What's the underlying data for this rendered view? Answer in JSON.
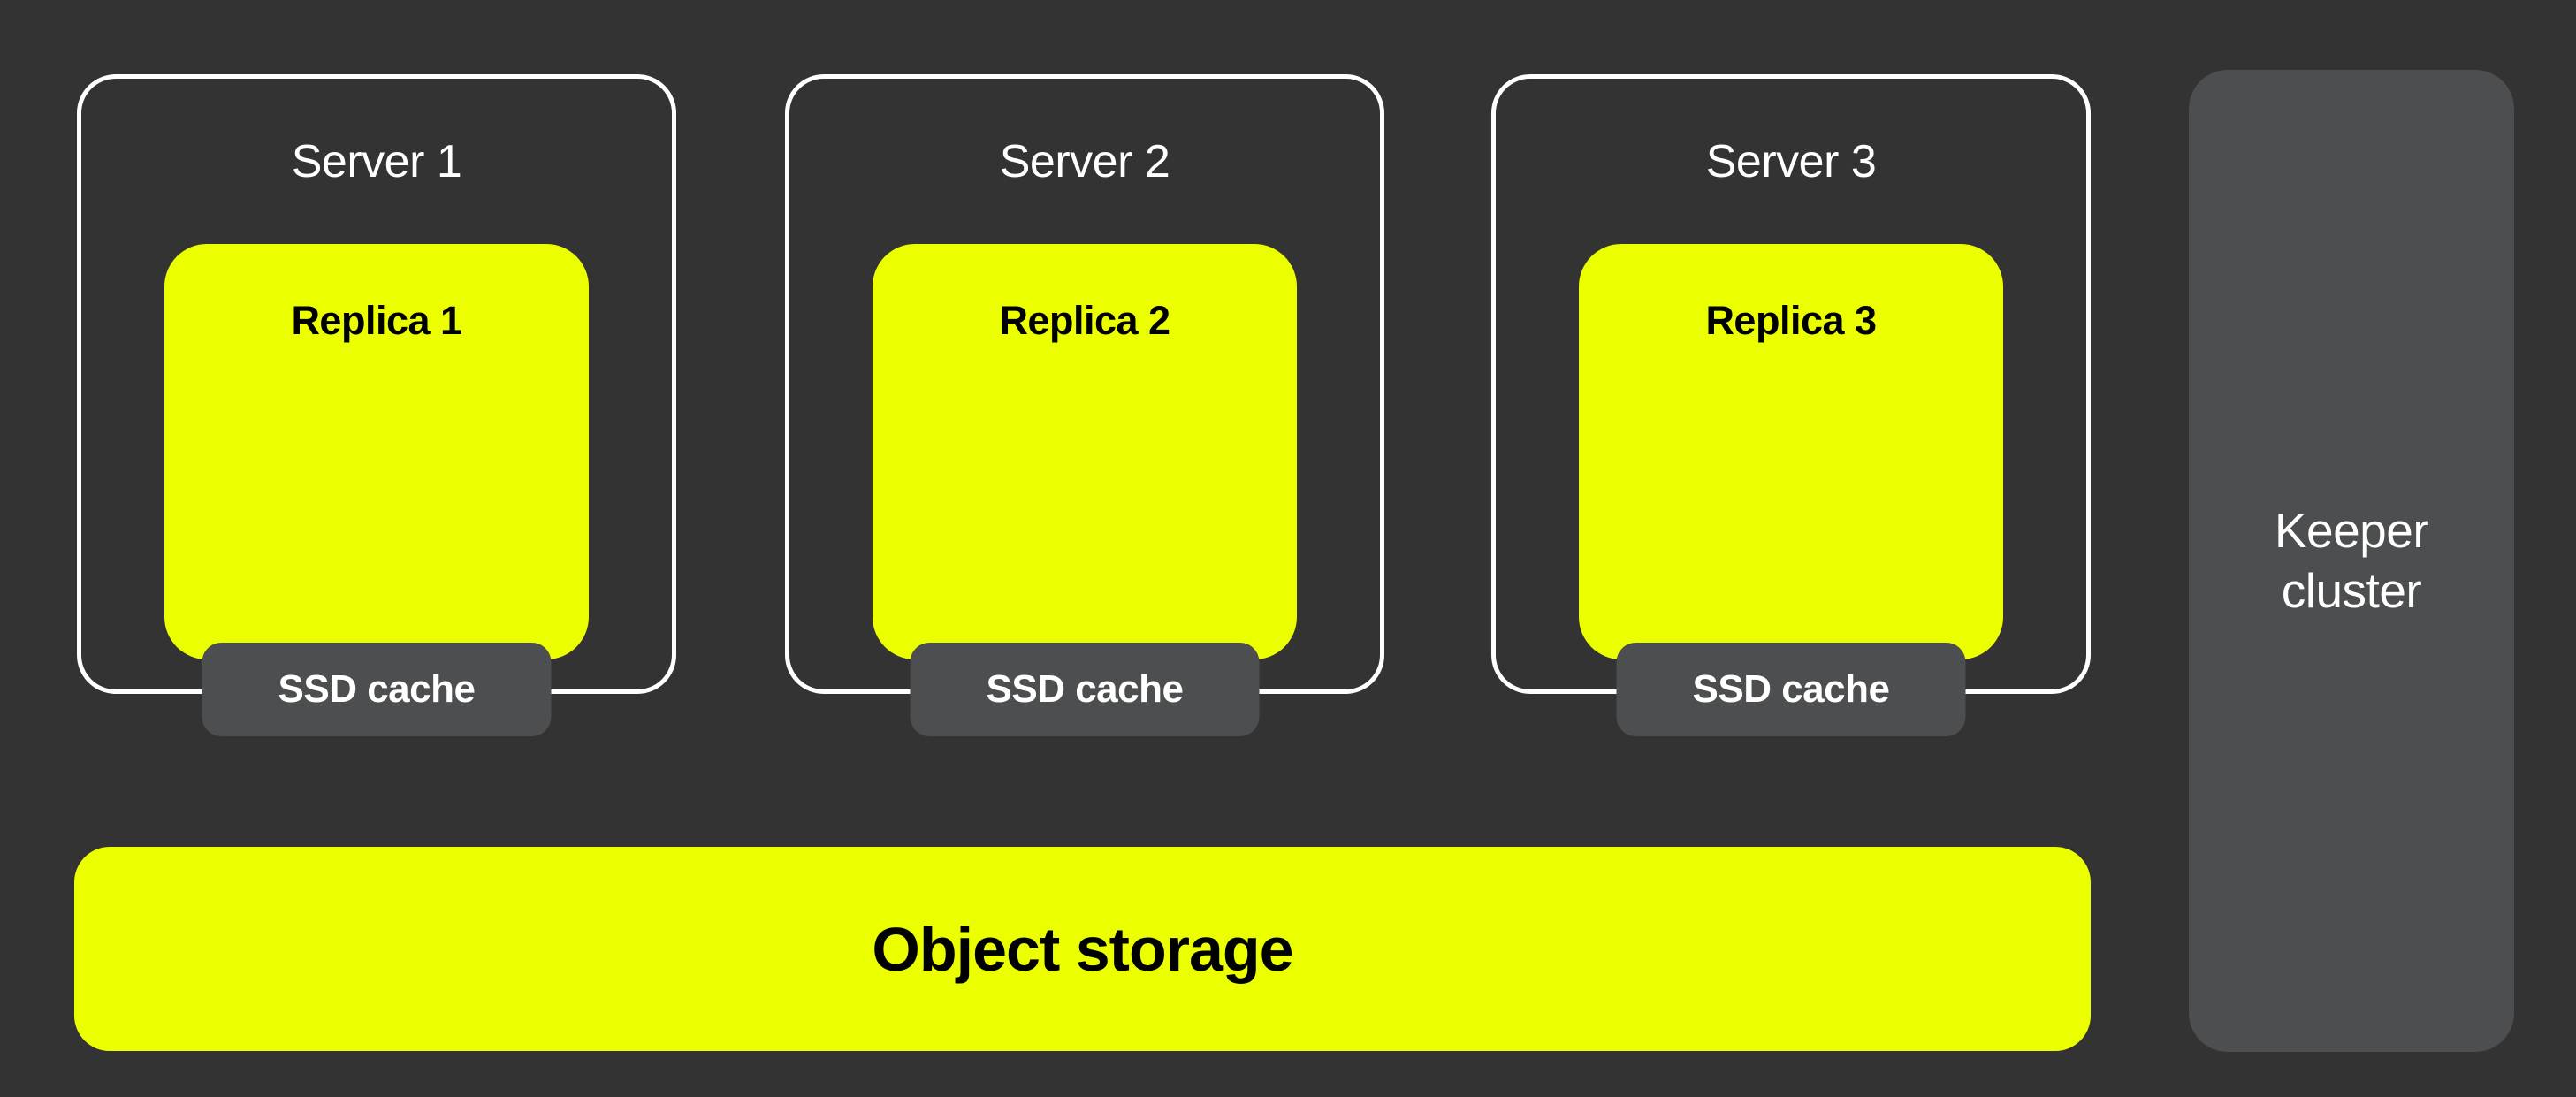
{
  "colors": {
    "background": "#333333",
    "accent_yellow": "#EBFF00",
    "panel_gray": "#4C4E50",
    "border_white": "#FFFFFF",
    "text_light": "#FFFFFF",
    "text_dark": "#000000"
  },
  "servers": [
    {
      "title": "Server 1",
      "replica_label": "Replica 1",
      "cache_label": "SSD cache"
    },
    {
      "title": "Server 2",
      "replica_label": "Replica 2",
      "cache_label": "SSD cache"
    },
    {
      "title": "Server 3",
      "replica_label": "Replica 3",
      "cache_label": "SSD cache"
    }
  ],
  "object_storage": {
    "label": "Object storage"
  },
  "keeper_cluster": {
    "label": "Keeper cluster"
  }
}
